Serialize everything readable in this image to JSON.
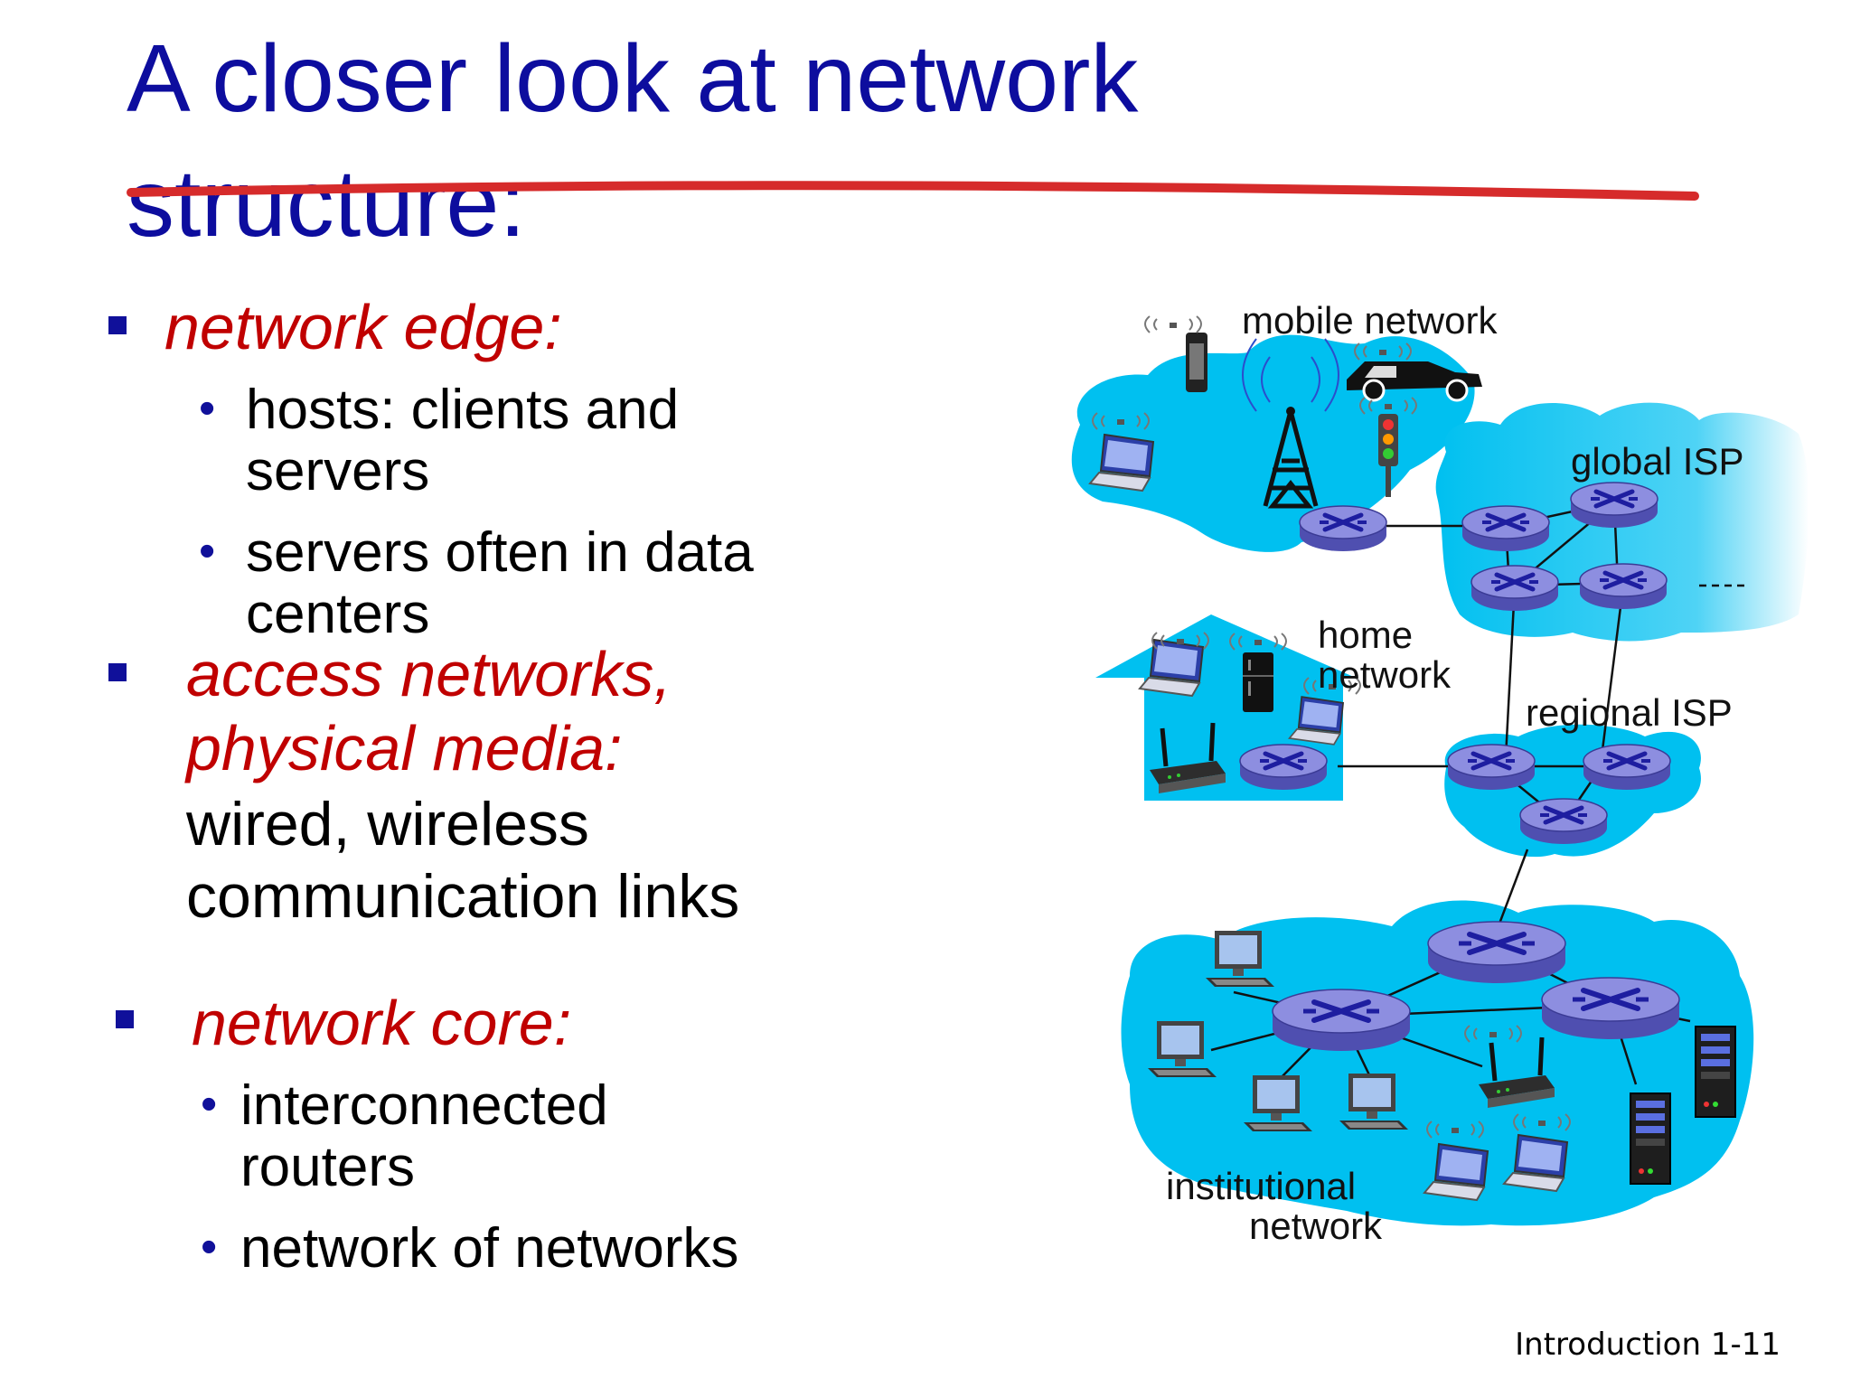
{
  "slide": {
    "title_line1": "A closer look at network",
    "title_line2": "structure:",
    "footer": "Introduction 1-11"
  },
  "bullets": {
    "edge": {
      "heading": "network edge:",
      "items": [
        "hosts: clients and",
        "servers",
        "servers often in data",
        "centers"
      ]
    },
    "access": {
      "heading_line1": "access networks,",
      "heading_line2": "physical media:",
      "body_line1": "wired, wireless",
      "body_line2": "communication links"
    },
    "core": {
      "heading": "network core:",
      "items": [
        "interconnected",
        "routers",
        "network of networks"
      ]
    }
  },
  "diagram": {
    "labels": {
      "mobile": "mobile network",
      "global": "global ISP",
      "home_line1": "home",
      "home_line2": "network",
      "regional": "regional ISP",
      "inst_line1": "institutional",
      "inst_line2": "network"
    },
    "colors": {
      "cloud": "#00c0f0",
      "router_top": "#8d8ee0",
      "router_side": "#4f4fb0",
      "strike": "#d62b2b",
      "title": "#0d0d9e",
      "heading": "#c00000"
    }
  }
}
